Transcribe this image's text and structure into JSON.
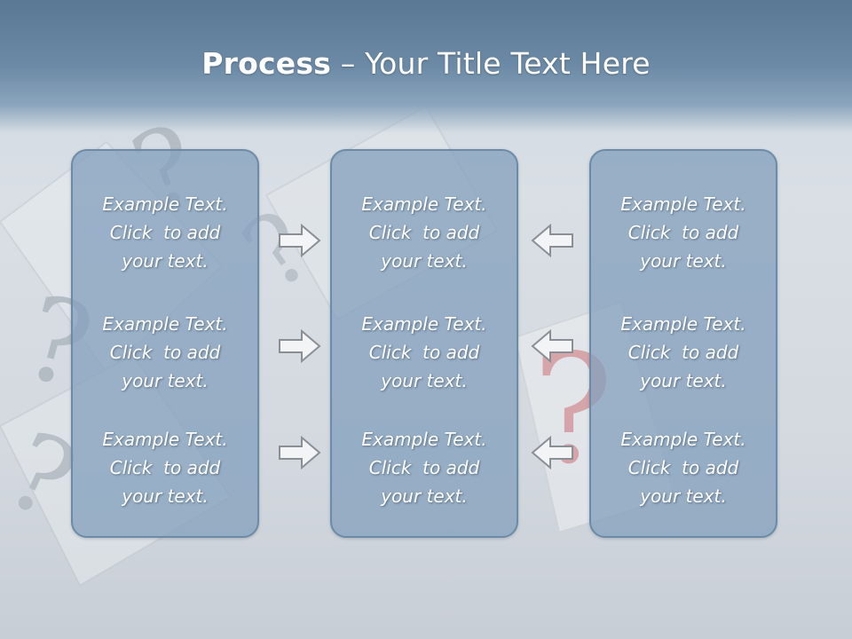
{
  "slide": {
    "title_bold": "Process",
    "title_rest": " – Your Title Text Here"
  },
  "columns": [
    {
      "items": [
        {
          "line1": "Example Text.",
          "line2": "Click  to add",
          "line3": "your text."
        },
        {
          "line1": "Example Text.",
          "line2": "Click  to add",
          "line3": "your text."
        },
        {
          "line1": "Example Text.",
          "line2": "Click  to add",
          "line3": "your text."
        }
      ]
    },
    {
      "items": [
        {
          "line1": "Example Text.",
          "line2": "Click  to add",
          "line3": "your text."
        },
        {
          "line1": "Example Text.",
          "line2": "Click  to add",
          "line3": "your text."
        },
        {
          "line1": "Example Text.",
          "line2": "Click  to add",
          "line3": "your text."
        }
      ]
    },
    {
      "items": [
        {
          "line1": "Example Text.",
          "line2": "Click  to add",
          "line3": "your text."
        },
        {
          "line1": "Example Text.",
          "line2": "Click  to add",
          "line3": "your text."
        },
        {
          "line1": "Example Text.",
          "line2": "Click  to add",
          "line3": "your text."
        }
      ]
    }
  ],
  "arrows": {
    "left_group": "right-arrow-icon",
    "right_group": "left-arrow-icon"
  },
  "colors": {
    "header": "#6c8aa6",
    "panel_fill": "#85a2be",
    "panel_border": "#6d8aa6",
    "text": "#ffffff",
    "arrow_fill": "#f2f4f6",
    "arrow_stroke": "#8a8f96"
  }
}
